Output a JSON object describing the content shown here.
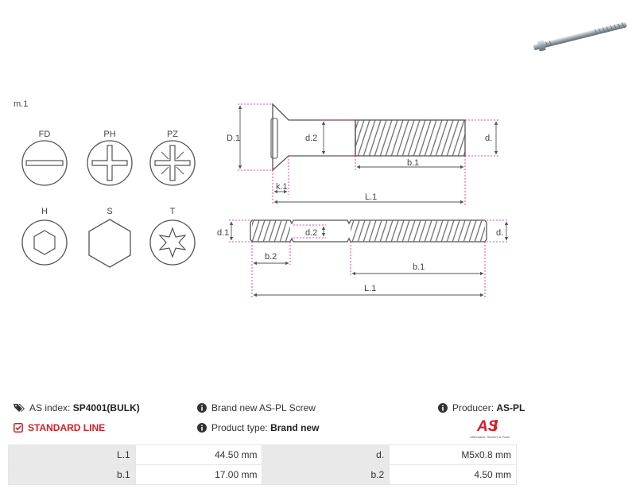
{
  "thumbnail": {
    "icon": "screw-photo"
  },
  "diagram": {
    "marker": "m.1",
    "head_types": [
      {
        "code": "FD",
        "icon": "slotted-drive-icon"
      },
      {
        "code": "PH",
        "icon": "phillips-drive-icon"
      },
      {
        "code": "PZ",
        "icon": "pozidriv-drive-icon"
      },
      {
        "code": "H",
        "icon": "hex-socket-icon"
      },
      {
        "code": "S",
        "icon": "hex-head-icon"
      },
      {
        "code": "T",
        "icon": "torx-drive-icon"
      }
    ],
    "screw_labels": {
      "D1": "D.1",
      "d2": "d.2",
      "d": "d.",
      "b1": "b.1",
      "k1": "k.1",
      "L1": "L.1"
    },
    "stud_labels": {
      "d1": "d.1",
      "d2": "d.2",
      "d": "d.",
      "b2": "b.2",
      "b1": "b.1",
      "L1": "L.1"
    }
  },
  "info": {
    "index_label": "AS index:",
    "index_value": "SP4001(BULK)",
    "description": "Brand new AS-PL Screw",
    "producer_label": "Producer:",
    "producer_value": "AS-PL",
    "line_label": "STANDARD LINE",
    "type_label": "Product type:",
    "type_value": "Brand new",
    "logo_text": "AS",
    "logo_tagline": "Alternators, Starters & Parts"
  },
  "specs": [
    {
      "k1": "L.1",
      "v1": "44.50 mm",
      "k2": "d.",
      "v2": "M5x0.8 mm"
    },
    {
      "k1": "b.1",
      "v1": "17.00 mm",
      "k2": "b.2",
      "v2": "4.50 mm"
    }
  ],
  "colors": {
    "accent": "#d31f26",
    "line": "#555555",
    "dim": "#d31f8f"
  }
}
